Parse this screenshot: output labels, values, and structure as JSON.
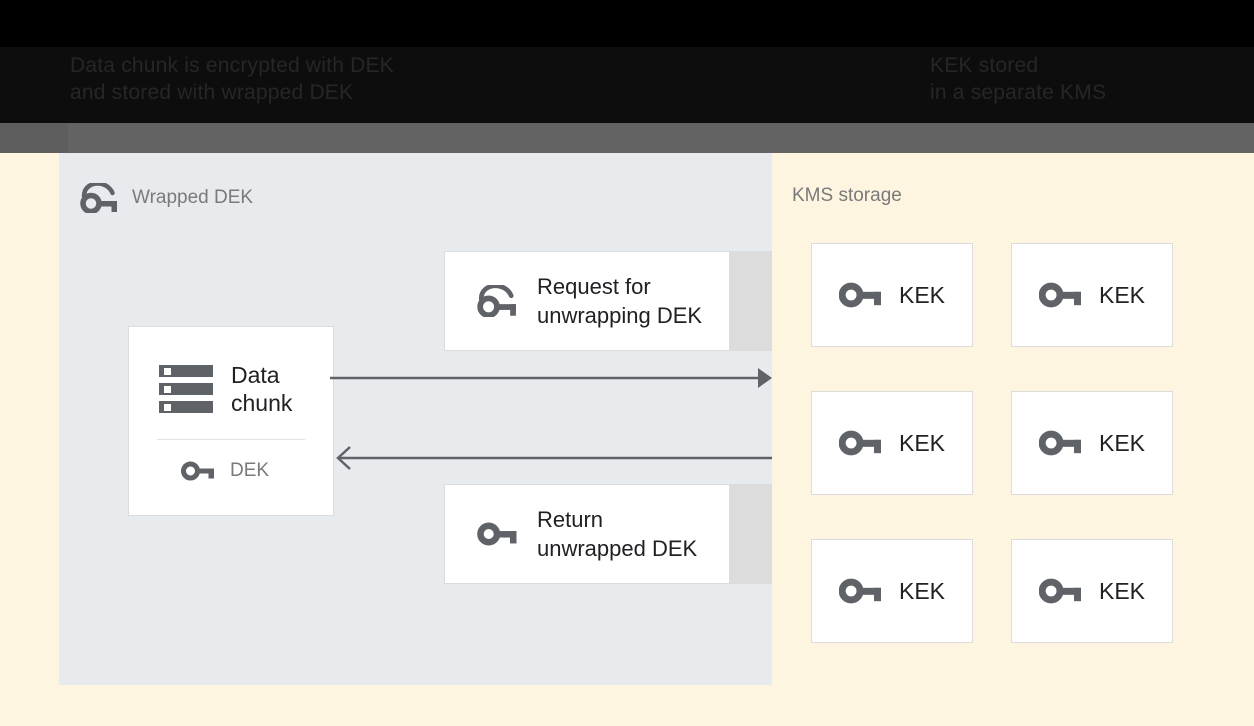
{
  "caption": {
    "left": "Data chunk is encrypted with DEK\nand stored with wrapped DEK",
    "right": "KEK stored\nin a separate KMS"
  },
  "colors": {
    "panel_left_bg": "#e8ebee",
    "panel_right_bg": "#fdf5e0",
    "card_bg": "#ffffff",
    "card_border": "#dcdcdc",
    "strip": "#dcdcdc",
    "icon": "#5f6368",
    "text_primary": "#202124",
    "text_muted": "#7a7a7a",
    "arrow": "#5f6368",
    "top_band": "#000000",
    "second_band": "#636363"
  },
  "left_panel": {
    "title": "Wrapped DEK",
    "title_icon": "wrapped-key-icon",
    "data_card": {
      "icon": "storage-icon",
      "label": "Data\nchunk",
      "key_icon": "key-icon",
      "key_label": "DEK"
    },
    "messages": [
      {
        "icon": "wrapped-key-icon",
        "label": "Request for\nunwrapping DEK"
      },
      {
        "icon": "key-icon",
        "label": "Return\nunwrapped DEK"
      }
    ],
    "arrows": [
      {
        "name": "request-arrow",
        "direction": "right"
      },
      {
        "name": "response-arrow",
        "direction": "left"
      }
    ]
  },
  "right_panel": {
    "title": "KMS storage",
    "keys": [
      {
        "icon": "key-icon",
        "label": "KEK"
      },
      {
        "icon": "key-icon",
        "label": "KEK"
      },
      {
        "icon": "key-icon",
        "label": "KEK"
      },
      {
        "icon": "key-icon",
        "label": "KEK"
      },
      {
        "icon": "key-icon",
        "label": "KEK"
      },
      {
        "icon": "key-icon",
        "label": "KEK"
      }
    ]
  }
}
